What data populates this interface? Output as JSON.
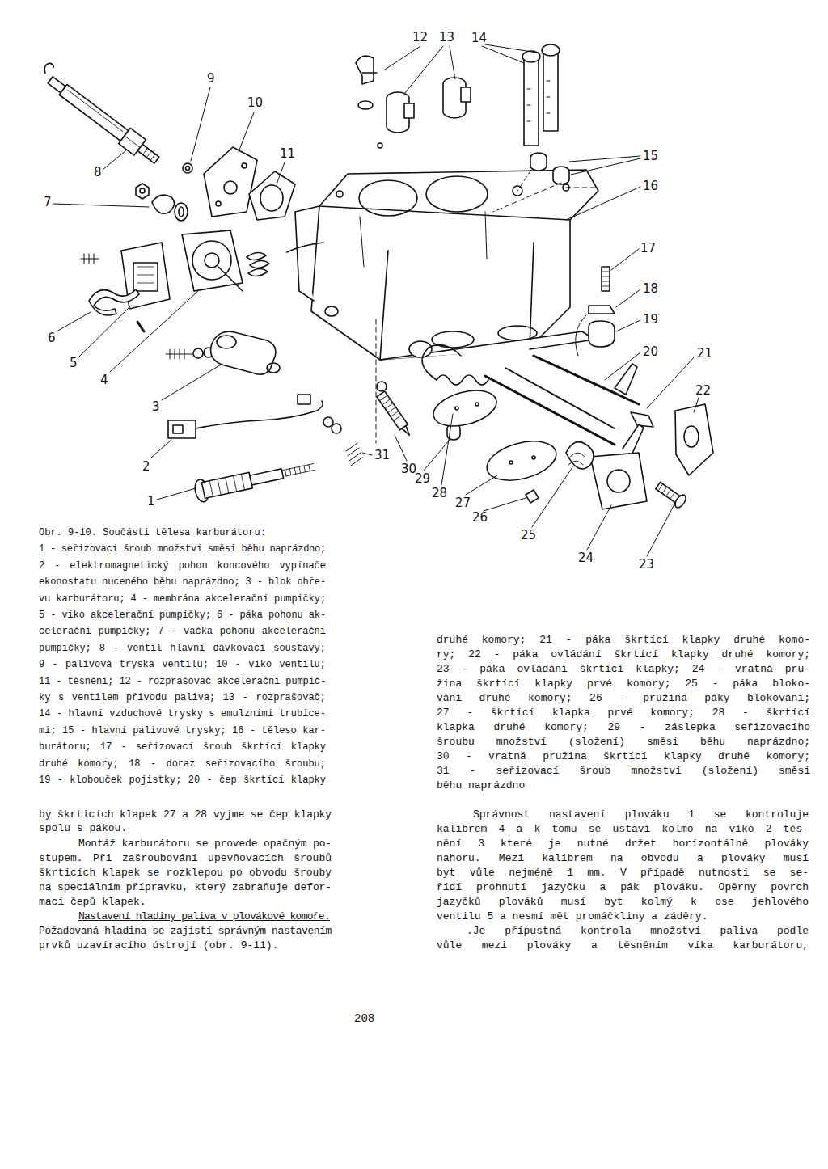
{
  "diagram": {
    "labels": [
      "12",
      "13",
      "14",
      "9",
      "10",
      "11",
      "8",
      "7",
      "15",
      "16",
      "17",
      "18",
      "19",
      "20",
      "21",
      "22",
      "6",
      "5",
      "4",
      "3",
      "31",
      "30",
      "2",
      "29",
      "28",
      "27",
      "26",
      "1",
      "25",
      "24",
      "23",
      "Obr. 9-10. Součásti tělesa karburátoru:",
      "1 - seřizovací šroub množství směsi běhu naprázdno;",
      "2 - elektromagnetický pohon koncového vypínače",
      "ekonostatu nuceného běhu naprázdno; 3 - blok ohře-",
      "vu karburátoru; 4 - membrána akcelerační pumpičky;",
      "5 - víko akcelerační pumpičky; 6 - páka pohonu ak-",
      "celerační pumpičky; 7 - vačka pohonu akcelerační",
      "pumpičky; 8 - ventil hlavní dávkovací soustavy;",
      "9 - palivová tryska ventilu; 10 - víko ventilu;",
      "11 - těsnění; 12 - rozprašovač akcelerační pumpič-",
      "ky s ventilem přívodu paliva; 13 - rozprašovač;",
      "14 - hlavní vzduchové trysky s emulzními trubice-",
      "mi; 15 - hlavní palivové trysky; 16 - těleso kar-",
      "burátoru; 17 - seřizovací šroub škrtící klapky",
      "druhé komory; 18 - doraz seřizovacího šroubu;",
      "19 - klobouček pojistky; 20 - čep škrtící klapky",
      "druhé komory; 21 - páka škrtící klapky druhé komo-",
      "ry; 22 - páka ovládání škrtící klapky druhé komory;",
      "23 - páka ovládání škrtící klapky; 24 - vratná pru-",
      "žina škrtící klapky prvé komory; 25 - páka bloko-",
      "vání druhé komory; 26 - pružina páky blokování;",
      "27 - škrtící klapka prvé komory; 28 - škrtící",
      "klapka druhé komory; 29 - záslepka seřizovacího",
      "šroubu množství (složení) směsi běhu naprázdno;",
      "30 - vratná pružina škrtící klapky druhé komory;",
      "31 - seřizovací šroub množství (složení) směsi",
      "běhu naprázdno",
      "by škrticích klapek 27 a 28 vyjme se čep klapky",
      "spolu s pákou.",
      "Montáž karburátoru se provede opačným po-",
      "stupem. Při zašroubování upevňovacích šroubů",
      "škrticích klapek se rozklepou po obvodu šrouby",
      "na speciálním přípravku, který zabraňuje defor-",
      "maci čepů klapek.",
      "Nastavení hladiny paliva v plovákové komoře.",
      "Požadovaná hladina se zajistí správným nastavením",
      "prvků uzavíracího ústrojí (obr. 9-11).",
      "Správnost nastavení plováku 1 se kontroluje",
      "kalibrem 4 a k tomu se ustaví kolmo na víko 2 těs-",
      "nění 3 které je nutné držet horizontálně plováky",
      "nahoru. Mezi kalibrem na obvodu a plováky musí",
      "byt vůle nejméně 1 mm. V případě nutnosti se se-",
      "řídí prohnutí jazyčku a pák plováku. Opěrny povrch",
      "jazyčků plováků musí byt kolmý k ose jehlového",
      "ventilu 5 a nesmí mět promáčkliny a záděry.",
      ".Je přípustná kontrola množství paliva podle",
      "vůle mezi plováky a těsněním víka karburátoru,",
      "208"
    ]
  }
}
